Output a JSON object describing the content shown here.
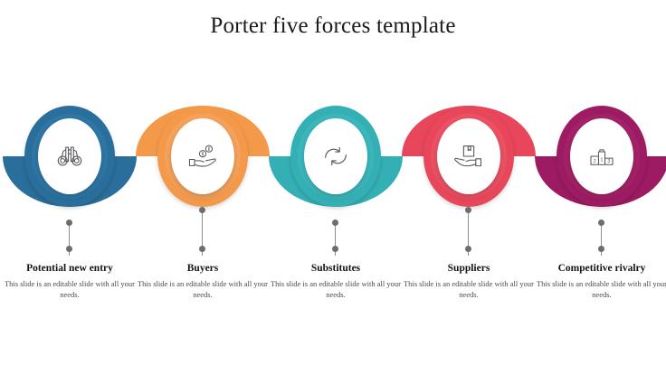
{
  "slide": {
    "title": "Porter five forces template",
    "background_color": "#ffffff"
  },
  "forces": [
    {
      "id": "potential-new-entry",
      "title": "Potential new entry",
      "description": "This slide is an editable slide with all your needs.",
      "color": "#2a6e9b",
      "color_light": "#2f77a6",
      "icon": "binoculars-icon",
      "wave": "down"
    },
    {
      "id": "buyers",
      "title": "Buyers",
      "description": "This slide is an editable slide with all your needs.",
      "color": "#f4994a",
      "color_light": "#f5a35c",
      "icon": "hand-coins-icon",
      "wave": "up"
    },
    {
      "id": "substitutes",
      "title": "Substitutes",
      "description": "This slide is an editable slide with all your needs.",
      "color": "#34b0b5",
      "color_light": "#3cb8bc",
      "icon": "refresh-cycle-icon",
      "wave": "down"
    },
    {
      "id": "suppliers",
      "title": "Suppliers",
      "description": "This slide is an editable slide with all your needs.",
      "color": "#e8465a",
      "color_light": "#ec5264",
      "icon": "hand-package-icon",
      "wave": "up"
    },
    {
      "id": "competitive-rivalry",
      "title": "Competitive rivalry",
      "description": "This slide is an editable slide with all your needs.",
      "color": "#9c1b62",
      "color_light": "#a42268",
      "icon": "podium-icon",
      "wave": "down"
    }
  ],
  "connector": {
    "line_color": "#8d8d8d",
    "dot_color": "#6d6d6d"
  }
}
